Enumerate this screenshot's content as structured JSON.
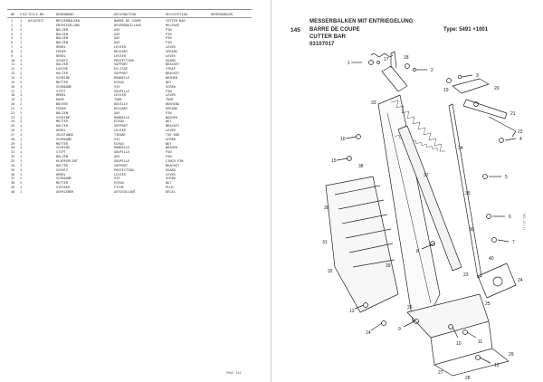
{
  "left_page": {
    "header": {
      "pos": "NR",
      "qty": "STÜCK",
      "part": "TEILE-NR.",
      "de": "BENENNUNG",
      "fr": "DESIGNATION",
      "en": "DESCRIPTION",
      "remark": "BEMERKUNGEN"
    },
    "rows": [
      {
        "pos": "1",
        "qty": "1",
        "part": "03107017",
        "de": "MESSERBALKEN",
        "fr": "BARRE DE COUPE",
        "en": "CUTTER BAR",
        "remark": ""
      },
      {
        "pos": "2",
        "qty": "1",
        "part": "",
        "de": "ENTRIEGELUNG",
        "fr": "DEVERROUILLAGE",
        "en": "RELEASE",
        "remark": ""
      },
      {
        "pos": "3",
        "qty": "2",
        "part": "",
        "de": "BOLZEN",
        "fr": "AXE",
        "en": "PIN",
        "remark": ""
      },
      {
        "pos": "4",
        "qty": "2",
        "part": "",
        "de": "BOLZEN",
        "fr": "AXE",
        "en": "PIN",
        "remark": ""
      },
      {
        "pos": "5",
        "qty": "1",
        "part": "",
        "de": "BOLZEN",
        "fr": "AXE",
        "en": "PIN",
        "remark": ""
      },
      {
        "pos": "6",
        "qty": "1",
        "part": "",
        "de": "BOLZEN",
        "fr": "AXE",
        "en": "PIN",
        "remark": ""
      },
      {
        "pos": "7",
        "qty": "1",
        "part": "",
        "de": "HEBEL",
        "fr": "LEVIER",
        "en": "LEVER",
        "remark": ""
      },
      {
        "pos": "8",
        "qty": "1",
        "part": "",
        "de": "FEDER",
        "fr": "RESSORT",
        "en": "SPRING",
        "remark": ""
      },
      {
        "pos": "9",
        "qty": "1",
        "part": "",
        "de": "HEBEL",
        "fr": "LEVIER",
        "en": "LEVER",
        "remark": ""
      },
      {
        "pos": "10",
        "qty": "1",
        "part": "",
        "de": "SCHUTZ",
        "fr": "PROTECTION",
        "en": "GUARD",
        "remark": ""
      },
      {
        "pos": "11",
        "qty": "1",
        "part": "",
        "de": "HALTER",
        "fr": "SUPPORT",
        "en": "BRACKET",
        "remark": ""
      },
      {
        "pos": "12",
        "qty": "1",
        "part": "",
        "de": "LASCHE",
        "fr": "ECLISSE",
        "en": "STRAP",
        "remark": ""
      },
      {
        "pos": "13",
        "qty": "1",
        "part": "",
        "de": "HALTER",
        "fr": "SUPPORT",
        "en": "BRACKET",
        "remark": ""
      },
      {
        "pos": "14",
        "qty": "2",
        "part": "",
        "de": "SCHEIBE",
        "fr": "RONDELLE",
        "en": "WASHER",
        "remark": ""
      },
      {
        "pos": "15",
        "qty": "2",
        "part": "",
        "de": "MUTTER",
        "fr": "ECROU",
        "en": "NUT",
        "remark": ""
      },
      {
        "pos": "16",
        "qty": "1",
        "part": "",
        "de": "SCHRAUBE",
        "fr": "VIS",
        "en": "SCREW",
        "remark": ""
      },
      {
        "pos": "17",
        "qty": "1",
        "part": "",
        "de": "STIFT",
        "fr": "GOUPILLE",
        "en": "PIN",
        "remark": ""
      },
      {
        "pos": "18",
        "qty": "1",
        "part": "",
        "de": "HEBEL",
        "fr": "LEVIER",
        "en": "LEVER",
        "remark": ""
      },
      {
        "pos": "19",
        "qty": "1",
        "part": "",
        "de": "ROHR",
        "fr": "TUBE",
        "en": "TUBE",
        "remark": ""
      },
      {
        "pos": "20",
        "qty": "2",
        "part": "",
        "de": "BUCHSE",
        "fr": "DOUILLE",
        "en": "BUSHING",
        "remark": ""
      },
      {
        "pos": "21",
        "qty": "1",
        "part": "",
        "de": "FEDER",
        "fr": "RESSORT",
        "en": "SPRING",
        "remark": ""
      },
      {
        "pos": "22",
        "qty": "1",
        "part": "",
        "de": "BOLZEN",
        "fr": "AXE",
        "en": "PIN",
        "remark": ""
      },
      {
        "pos": "23",
        "qty": "1",
        "part": "",
        "de": "SCHEIBE",
        "fr": "RONDELLE",
        "en": "WASHER",
        "remark": ""
      },
      {
        "pos": "24",
        "qty": "2",
        "part": "",
        "de": "MUTTER",
        "fr": "ECROU",
        "en": "NUT",
        "remark": ""
      },
      {
        "pos": "25",
        "qty": "1",
        "part": "",
        "de": "HALTER",
        "fr": "SUPPORT",
        "en": "BRACKET",
        "remark": ""
      },
      {
        "pos": "26",
        "qty": "1",
        "part": "",
        "de": "HEBEL",
        "fr": "LEVIER",
        "en": "LEVER",
        "remark": ""
      },
      {
        "pos": "27",
        "qty": "1",
        "part": "",
        "de": "ZUGSTANGE",
        "fr": "TIRANT",
        "en": "TIE ROD",
        "remark": ""
      },
      {
        "pos": "28",
        "qty": "1",
        "part": "",
        "de": "SCHRAUBE",
        "fr": "VIS",
        "en": "SCREW",
        "remark": ""
      },
      {
        "pos": "29",
        "qty": "1",
        "part": "",
        "de": "MUTTER",
        "fr": "ECROU",
        "en": "NUT",
        "remark": ""
      },
      {
        "pos": "30",
        "qty": "2",
        "part": "",
        "de": "SCHEIBE",
        "fr": "RONDELLE",
        "en": "WASHER",
        "remark": ""
      },
      {
        "pos": "31",
        "qty": "1",
        "part": "",
        "de": "STIFT",
        "fr": "GOUPILLE",
        "en": "PIN",
        "remark": ""
      },
      {
        "pos": "32",
        "qty": "1",
        "part": "",
        "de": "BOLZEN",
        "fr": "AXE",
        "en": "PIN",
        "remark": ""
      },
      {
        "pos": "33",
        "qty": "1",
        "part": "",
        "de": "KLAPPSPLINT",
        "fr": "GOUPILLE",
        "en": "LINCH PIN",
        "remark": ""
      },
      {
        "pos": "34",
        "qty": "1",
        "part": "",
        "de": "HALTER",
        "fr": "SUPPORT",
        "en": "BRACKET",
        "remark": ""
      },
      {
        "pos": "35",
        "qty": "1",
        "part": "",
        "de": "SCHUTZ",
        "fr": "PROTECTION",
        "en": "GUARD",
        "remark": ""
      },
      {
        "pos": "36",
        "qty": "1",
        "part": "",
        "de": "HEBEL",
        "fr": "LEVIER",
        "en": "LEVER",
        "remark": ""
      },
      {
        "pos": "37",
        "qty": "2",
        "part": "",
        "de": "SCHRAUBE",
        "fr": "VIS",
        "en": "SCREW",
        "remark": ""
      },
      {
        "pos": "38",
        "qty": "2",
        "part": "",
        "de": "MUTTER",
        "fr": "ECROU",
        "en": "NUT",
        "remark": ""
      },
      {
        "pos": "39",
        "qty": "1",
        "part": "",
        "de": "STECKER",
        "fr": "FICHE",
        "en": "PLUG",
        "remark": ""
      },
      {
        "pos": "40",
        "qty": "1",
        "part": "",
        "de": "AUFKLEBER",
        "fr": "AUTOCOLLANT",
        "en": "DECAL",
        "remark": ""
      }
    ],
    "footer": "PAGE 144"
  },
  "right_page": {
    "page_number": "145",
    "title_de": "MESSERBALKEN MIT ENTRIEGELUNG",
    "title_fr": "BARRE DE COUPE",
    "title_en": "CUTTER BAR",
    "doc_code": "03107017",
    "type_label": "Type: 5491 +1001",
    "side_code": "001-01-17",
    "callouts": [
      "1",
      "2",
      "3",
      "4",
      "5",
      "6",
      "7",
      "8",
      "9",
      "10",
      "11",
      "12",
      "13",
      "14",
      "15",
      "16",
      "17",
      "18",
      "19",
      "20",
      "21",
      "22",
      "23",
      "24",
      "25",
      "26",
      "27",
      "28",
      "29",
      "30",
      "31",
      "32",
      "33",
      "34",
      "35",
      "36",
      "37",
      "38",
      "39",
      "40"
    ]
  },
  "colors": {
    "ink": "#222222",
    "paper": "#ffffff"
  }
}
